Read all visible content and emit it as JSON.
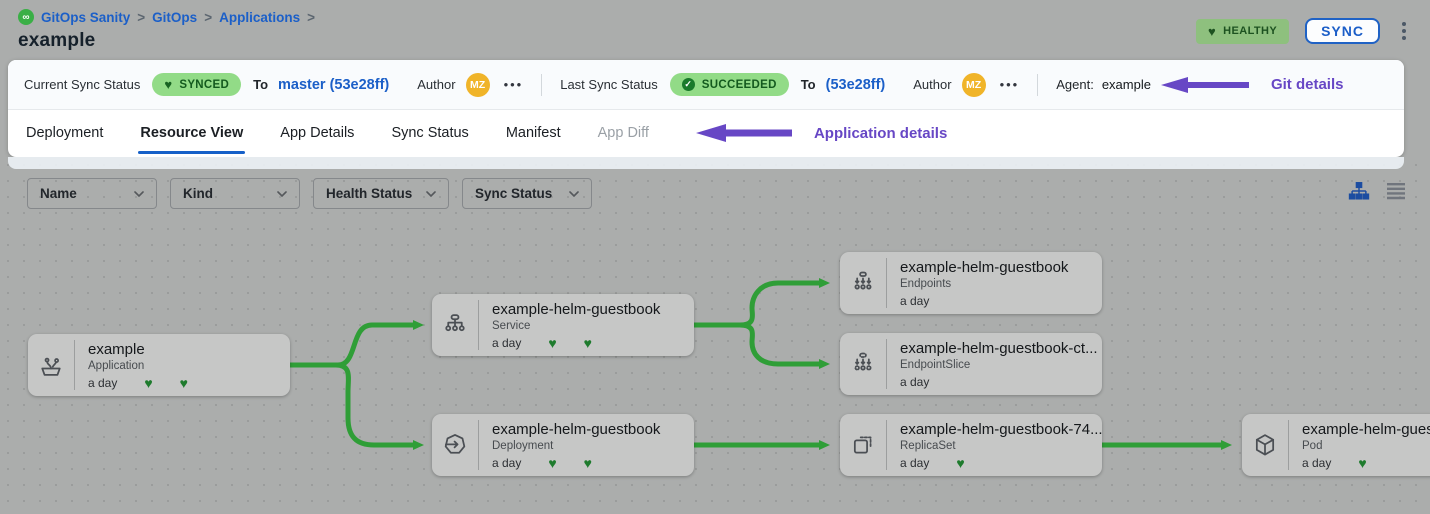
{
  "breadcrumb": {
    "logo": "gitops-logo",
    "items": [
      "GitOps Sanity",
      "GitOps",
      "Applications"
    ],
    "separator": ">"
  },
  "title": "example",
  "header": {
    "healthy_label": "HEALTHY",
    "sync_label": "SYNC"
  },
  "sync_bar": {
    "current_label": "Current Sync Status",
    "current_status": "SYNCED",
    "to_label": "To",
    "current_target": "master (53e28ff)",
    "author_label": "Author",
    "avatar_initials": "MZ",
    "more_label": "•••",
    "last_label": "Last Sync Status",
    "last_status": "SUCCEEDED",
    "last_target": "(53e28ff)",
    "agent_label": "Agent:",
    "agent_value": "example",
    "annotation": "Git details"
  },
  "tabs": {
    "items": [
      {
        "label": "Deployment",
        "state": "normal"
      },
      {
        "label": "Resource View",
        "state": "active"
      },
      {
        "label": "App Details",
        "state": "normal"
      },
      {
        "label": "Sync Status",
        "state": "normal"
      },
      {
        "label": "Manifest",
        "state": "normal"
      },
      {
        "label": "App Diff",
        "state": "disabled"
      }
    ],
    "annotation": "Application details"
  },
  "filters": {
    "name_label": "Name",
    "kind_label": "Kind",
    "health_label": "Health Status",
    "sync_label": "Sync Status"
  },
  "graph": {
    "nodes": [
      {
        "title": "example",
        "kind": "Application",
        "age": "a day",
        "hearts": 2,
        "icon": "application-icon"
      },
      {
        "title": "example-helm-guestbook",
        "kind": "Service",
        "age": "a day",
        "hearts": 2,
        "icon": "service-icon"
      },
      {
        "title": "example-helm-guestbook",
        "kind": "Endpoints",
        "age": "a day",
        "hearts": 0,
        "icon": "endpoints-icon"
      },
      {
        "title": "example-helm-guestbook-ct...",
        "kind": "EndpointSlice",
        "age": "a day",
        "hearts": 0,
        "icon": "endpointslice-icon"
      },
      {
        "title": "example-helm-guestbook",
        "kind": "Deployment",
        "age": "a day",
        "hearts": 2,
        "icon": "deployment-icon"
      },
      {
        "title": "example-helm-guestbook-74...",
        "kind": "ReplicaSet",
        "age": "a day",
        "hearts": 1,
        "icon": "replicaset-icon"
      },
      {
        "title": "example-helm-guest",
        "kind": "Pod",
        "age": "a day",
        "hearts": 1,
        "icon": "pod-icon"
      }
    ]
  },
  "colors": {
    "accent_blue": "#1b5fc8",
    "annotation_purple": "#6747c5",
    "edge_green": "#2f9e37",
    "healthy_badge_green": "#8ec07e",
    "status_pill_green_bg": "#92db87",
    "status_pill_green_text": "#135a1e",
    "avatar_orange": "#f0b429",
    "canvas_gray": "#abadac",
    "node_gray": "#c6c7c6"
  }
}
